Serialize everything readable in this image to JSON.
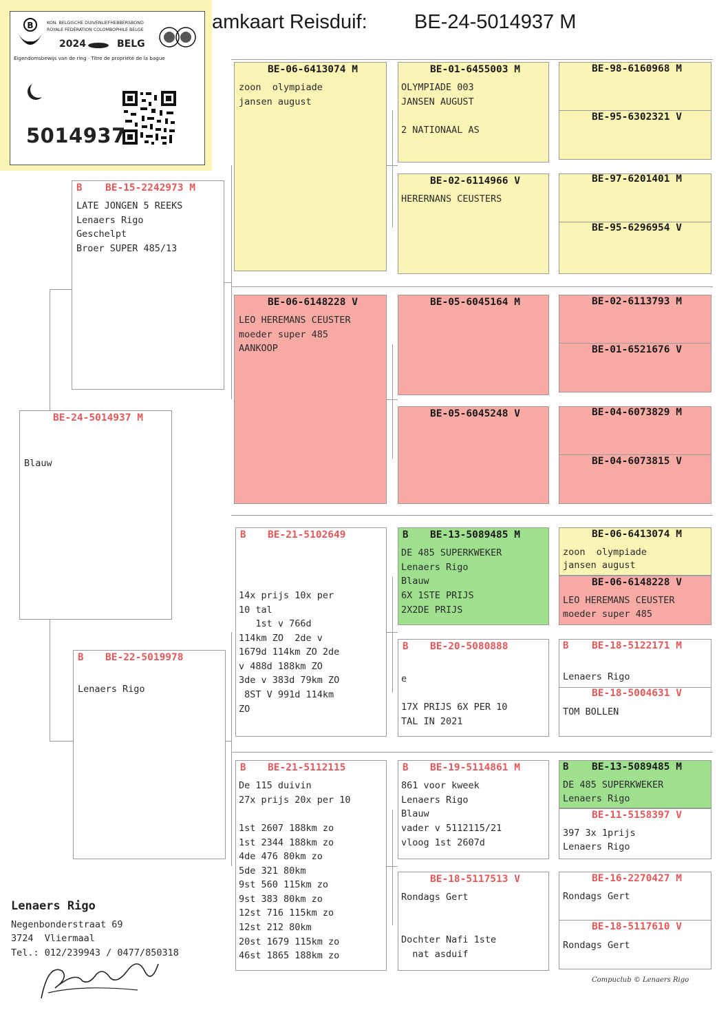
{
  "header": {
    "title_prefix": "amkaart Reisduif:",
    "title_ring": "BE-24-5014937 M"
  },
  "ring_card": {
    "org_line1": "KON. BELGISCHE DUIVENLIEFHEBBERSBOND",
    "org_line2": "ROYALE FÉDÉRATION COLOMBOPHILE BELGE",
    "year": "2024",
    "country": "BELG",
    "proof_text": "Eigendomsbewijs van de ring · Titre de propriété de la bague",
    "number": "5014937"
  },
  "subject": {
    "ring": "BE-24-5014937 M",
    "lines": [
      "Blauw"
    ]
  },
  "father": {
    "tag": "B",
    "ring": "BE-15-2242973 M",
    "lines": [
      "LATE JONGEN 5 REEKS",
      "Lenaers Rigo",
      "Geschelpt",
      "Broer SUPER 485/13"
    ]
  },
  "mother": {
    "tag": "B",
    "ring": "BE-22-5019978",
    "lines": [
      "Lenaers Rigo"
    ]
  },
  "gen3": {
    "ff": {
      "ring": "BE-06-6413074 M",
      "lines": [
        "zoon  olympiade",
        "jansen august"
      ]
    },
    "fm": {
      "ring": "BE-06-6148228 V",
      "lines": [
        "LEO HEREMANS CEUSTER",
        "moeder super 485",
        "AANKOOP"
      ]
    },
    "mf": {
      "tag": "B",
      "ring": "BE-21-5102649",
      "lines": [
        "",
        "",
        "",
        "14x prijs 10x per",
        "10 tal",
        "   1st v 766d",
        "114km ZO  2de v",
        "1679d 114km ZO 2de",
        "v 488d 188km ZO",
        "3de v 383d 79km ZO",
        " 8ST V 991d 114km",
        "ZO"
      ]
    },
    "mm": {
      "tag": "B",
      "ring": "BE-21-5112115",
      "lines": [
        "De 115 duivin",
        "27x prijs 20x per 10",
        "",
        "1st 2607 188km zo",
        "1st 2344 188km zo",
        "4de 476 80km zo",
        "5de 321 80km",
        "9st 560 115km zo",
        "9st 383 80km zo",
        "12st 716 115km zo",
        "12st 212 80km",
        "20st 1679 115km zo",
        "46st 1865 188km zo"
      ]
    }
  },
  "gen4": {
    "fff": {
      "ring": "BE-01-6455003 M",
      "lines": [
        "OLYMPIADE 003",
        "JANSEN AUGUST",
        "",
        "2 NATIONAAL AS"
      ]
    },
    "ffm": {
      "ring": "BE-02-6114966 V",
      "lines": [
        "HERERNANS CEUSTERS"
      ]
    },
    "fmf": {
      "ring": "BE-05-6045164 M",
      "lines": []
    },
    "fmm": {
      "ring": "BE-05-6045248 V",
      "lines": []
    },
    "mff": {
      "tag": "B",
      "ring": "BE-13-5089485 M",
      "lines": [
        "DE 485 SUPERKWEKER",
        "Lenaers Rigo",
        "Blauw",
        "6X 1STE PRIJS",
        "2X2DE PRIJS"
      ]
    },
    "mfm": {
      "tag": "B",
      "ring": "BE-20-5080888",
      "lines": [
        "",
        "",
        "e",
        "",
        "17X PRIJS 6X PER 10",
        "TAL IN 2021"
      ]
    },
    "mmf": {
      "tag": "B",
      "ring": "BE-19-5114861 M",
      "lines": [
        "861 voor kweek",
        "Lenaers Rigo",
        "Blauw",
        "vader v 5112115/21",
        "vloog 1st 2607d"
      ]
    },
    "mmm": {
      "ring": "BE-18-5117513 V",
      "lines": [
        "Rondags Gert",
        "",
        "",
        "Dochter Nafi 1ste",
        "  nat asduif"
      ]
    }
  },
  "gen5": [
    {
      "ring": "BE-98-6160968 M",
      "lines": []
    },
    {
      "ring": "BE-95-6302321 V",
      "lines": []
    },
    {
      "ring": "BE-97-6201401 M",
      "lines": []
    },
    {
      "ring": "BE-95-6296954 V",
      "lines": []
    },
    {
      "ring": "BE-02-6113793 M",
      "lines": []
    },
    {
      "ring": "BE-01-6521676 V",
      "lines": []
    },
    {
      "ring": "BE-04-6073829 M",
      "lines": []
    },
    {
      "ring": "BE-04-6073815 V",
      "lines": []
    },
    {
      "ring": "BE-06-6413074 M",
      "lines": [
        "zoon  olympiade",
        "jansen august"
      ]
    },
    {
      "ring": "BE-06-6148228 V",
      "lines": [
        "LEO HEREMANS CEUSTER",
        "moeder super 485"
      ]
    },
    {
      "tag": "B",
      "ring": "BE-18-5122171 M",
      "lines": [
        "",
        "Lenaers Rigo"
      ]
    },
    {
      "ring": "BE-18-5004631 V",
      "lines": [
        "",
        "TOM BOLLEN"
      ]
    },
    {
      "tag": "B",
      "ring": "BE-13-5089485 M",
      "lines": [
        "DE 485 SUPERKWEKER",
        "Lenaers Rigo"
      ]
    },
    {
      "ring": "BE-11-5158397 V",
      "lines": [
        "",
        "397 3x 1prijs",
        "Lenaers Rigo"
      ]
    },
    {
      "ring": "BE-16-2270427 M",
      "lines": [
        "Rondags Gert"
      ]
    },
    {
      "ring": "BE-18-5117610 V",
      "lines": [
        "",
        "Rondags Gert"
      ]
    }
  ],
  "owner": {
    "name": "Lenaers Rigo",
    "street": "Negenbonderstraat 69",
    "city": "3724  Vliermaal",
    "phone": "Tel.: 012/239943 / 0477/850318"
  },
  "footer": {
    "credit": "Compuclub © Lenaers Rigo"
  },
  "colors": {
    "yellow": "#fbf5b5",
    "red": "#f8aaa4",
    "green": "#9fe08f",
    "ring_red": "#e2595a"
  }
}
